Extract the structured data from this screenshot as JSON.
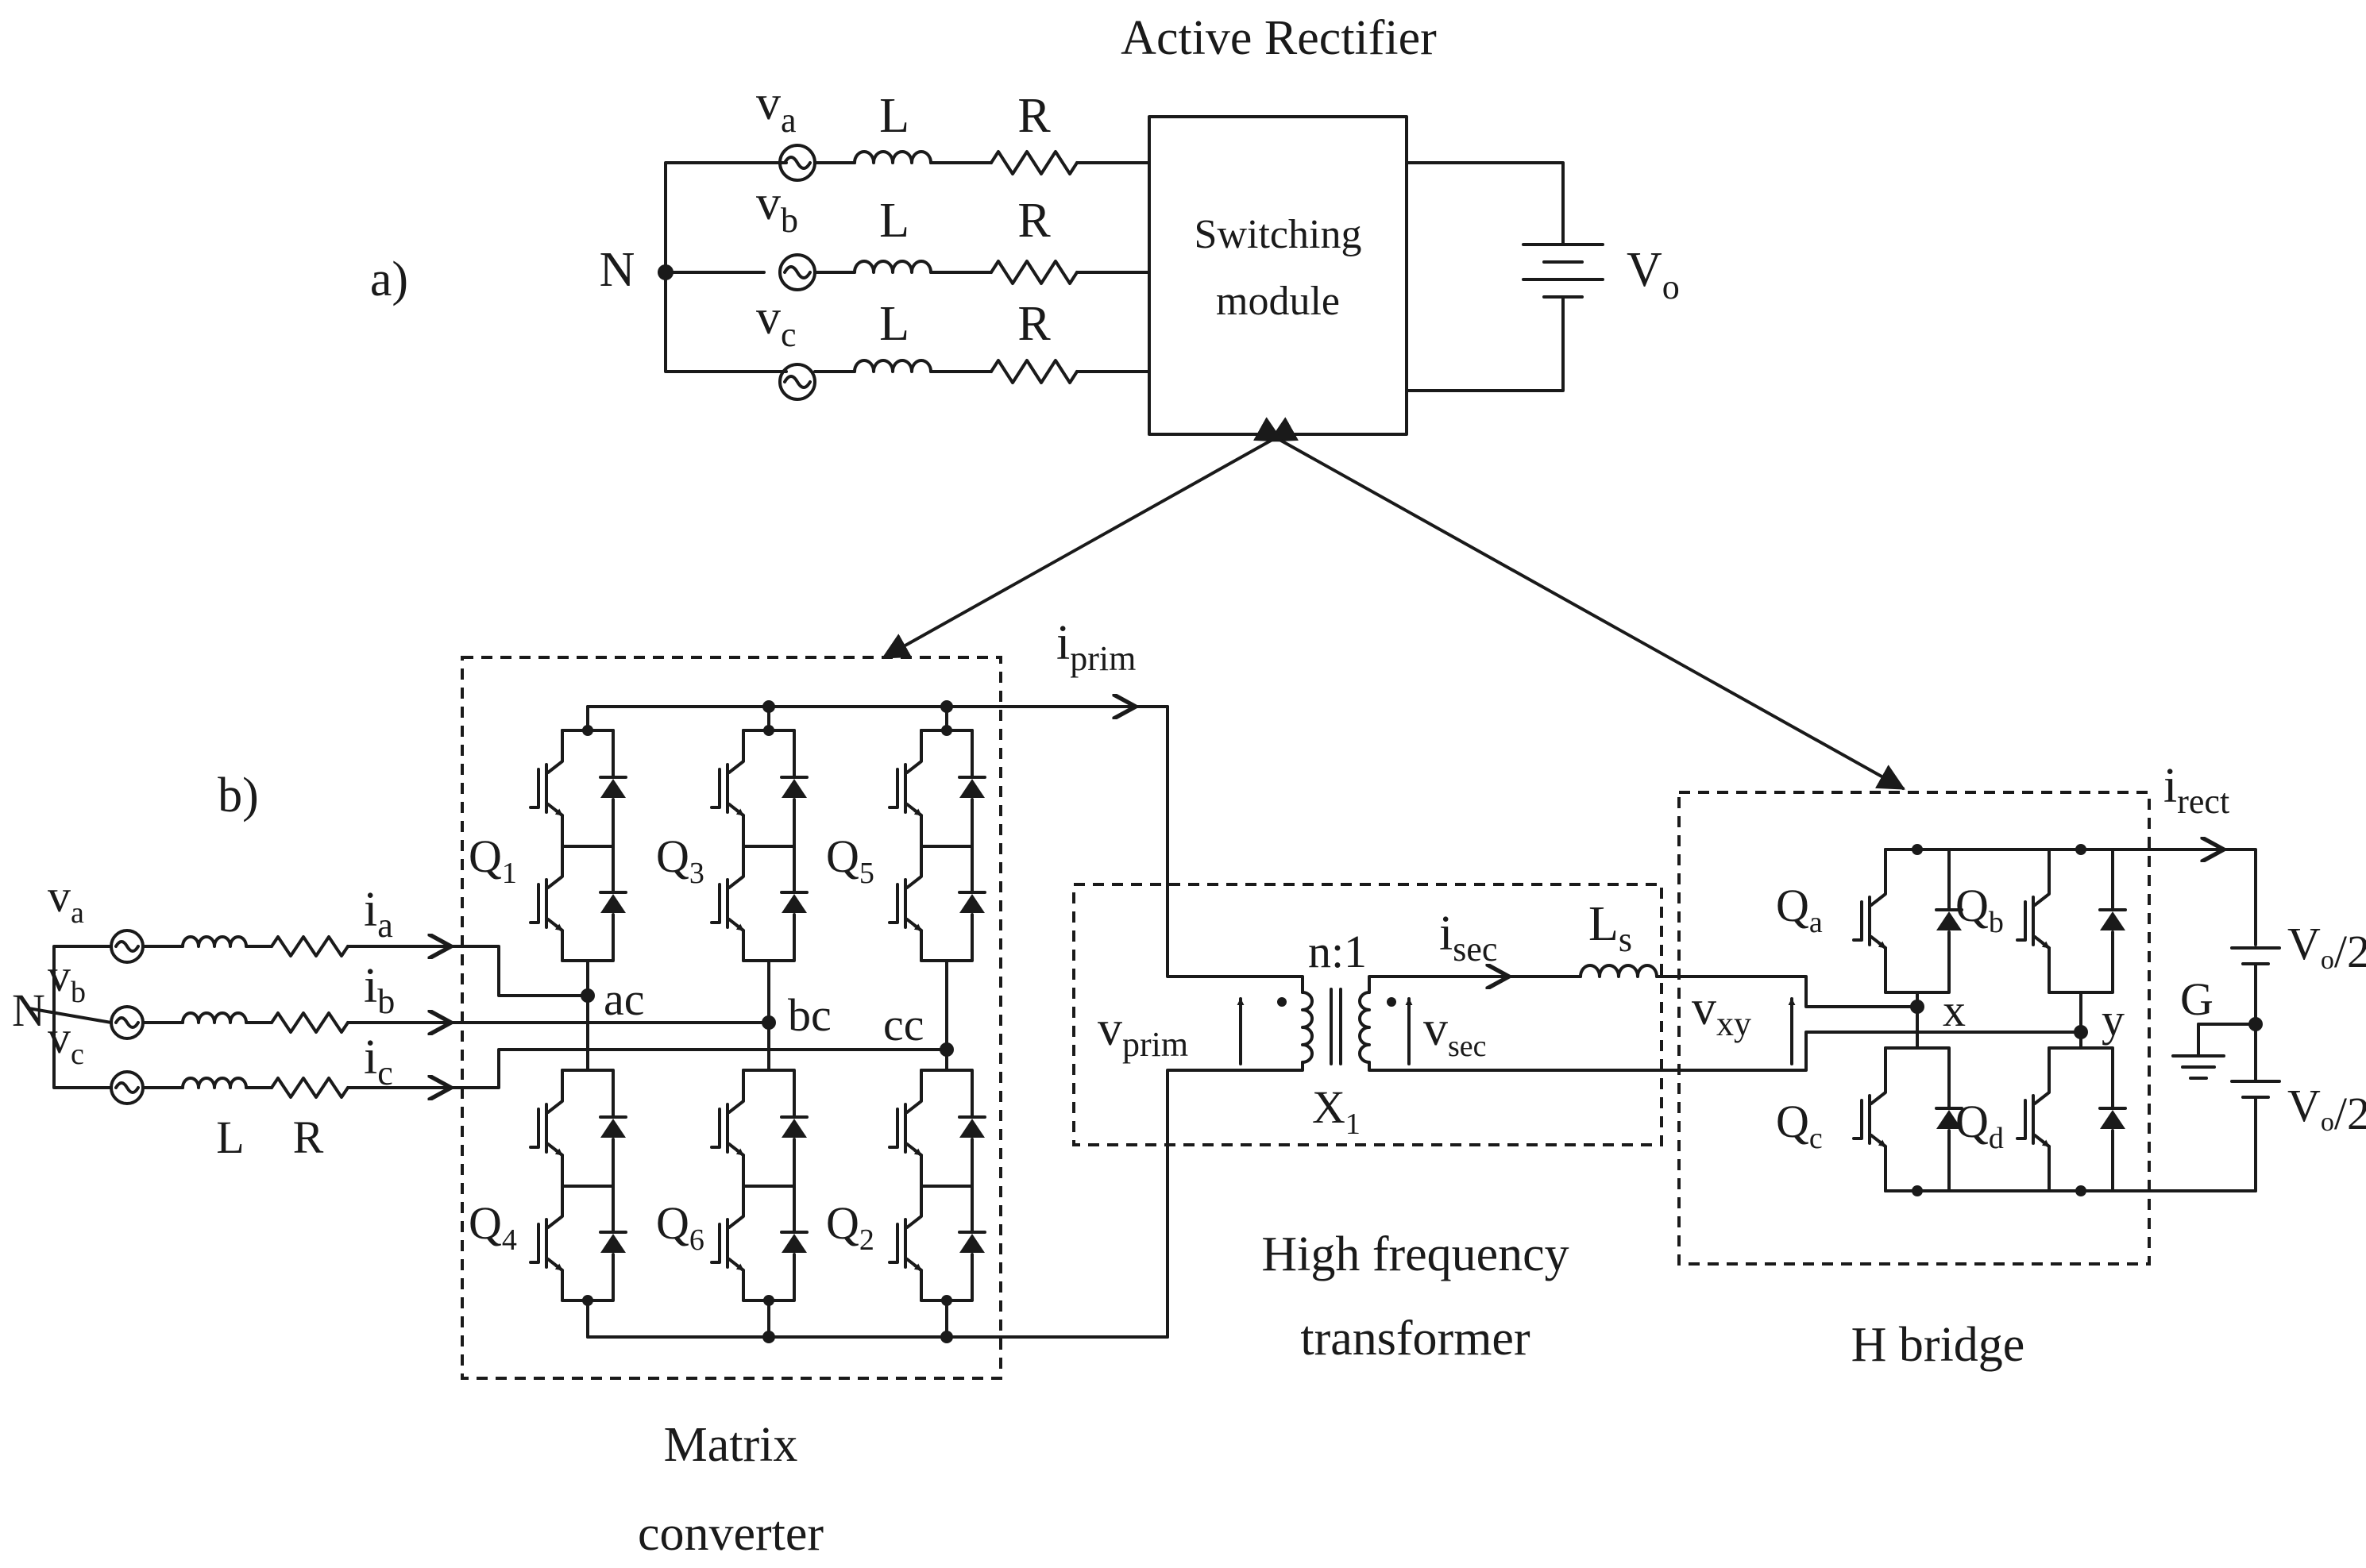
{
  "part_a": {
    "label": "a)",
    "title": "Active Rectifier",
    "neutral": "N",
    "phases": [
      {
        "v": "v",
        "sub": "a",
        "inductor": "L",
        "resistor": "R"
      },
      {
        "v": "v",
        "sub": "b",
        "inductor": "L",
        "resistor": "R"
      },
      {
        "v": "v",
        "sub": "c",
        "inductor": "L",
        "resistor": "R"
      }
    ],
    "module_line1": "Switching",
    "module_line2": "module",
    "output_v": "V",
    "output_sub": "o"
  },
  "part_b": {
    "label": "b)",
    "neutral": "N",
    "phases": [
      {
        "v": "v",
        "sub": "a",
        "i": "i",
        "isub": "a"
      },
      {
        "v": "v",
        "sub": "b",
        "i": "i",
        "isub": "b"
      },
      {
        "v": "v",
        "sub": "c",
        "i": "i",
        "isub": "c"
      }
    ],
    "bottom_L": "L",
    "bottom_R": "R",
    "matrix": {
      "switches": [
        {
          "q": "Q",
          "sub": "1"
        },
        {
          "q": "Q",
          "sub": "3"
        },
        {
          "q": "Q",
          "sub": "5"
        },
        {
          "q": "Q",
          "sub": "4"
        },
        {
          "q": "Q",
          "sub": "6"
        },
        {
          "q": "Q",
          "sub": "2"
        }
      ],
      "nodes": [
        "ac",
        "bc",
        "cc"
      ],
      "caption1": "Matrix",
      "caption2": "converter"
    },
    "i_prim": {
      "main": "i",
      "sub": "prim"
    },
    "transformer": {
      "ratio": "n:1",
      "v_prim": {
        "main": "v",
        "sub": "prim"
      },
      "v_sec": {
        "main": "v",
        "sub": "sec"
      },
      "i_sec": {
        "main": "i",
        "sub": "sec"
      },
      "ls": {
        "main": "L",
        "sub": "s"
      },
      "x1": {
        "main": "X",
        "sub": "1"
      },
      "caption1": "High frequency",
      "caption2": "transformer"
    },
    "hbridge": {
      "v_xy": {
        "main": "v",
        "sub": "xy"
      },
      "switches": [
        {
          "q": "Q",
          "sub": "a"
        },
        {
          "q": "Q",
          "sub": "b"
        },
        {
          "q": "Q",
          "sub": "c"
        },
        {
          "q": "Q",
          "sub": "d"
        }
      ],
      "node_x": "x",
      "node_y": "y",
      "caption": "H bridge"
    },
    "i_rect": {
      "main": "i",
      "sub": "rect"
    },
    "ground": "G",
    "dc_top": {
      "main": "V",
      "sub": "o",
      "frac": "/2"
    },
    "dc_bot": {
      "main": "V",
      "sub": "o",
      "frac": "/2"
    }
  }
}
